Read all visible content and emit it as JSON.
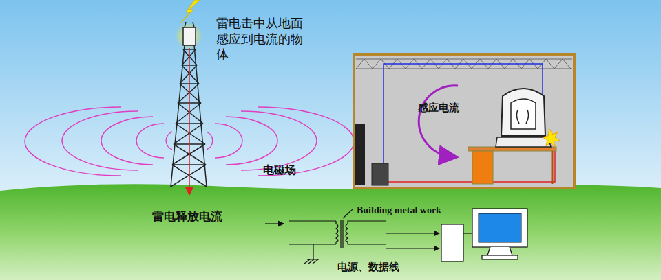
{
  "diagram": {
    "labels": [
      "雷电击中从地面感应到电流的物体",
      "感应电流",
      "电磁场",
      "雷电释放电流",
      "Building metal work",
      "电源、数据线"
    ]
  }
}
